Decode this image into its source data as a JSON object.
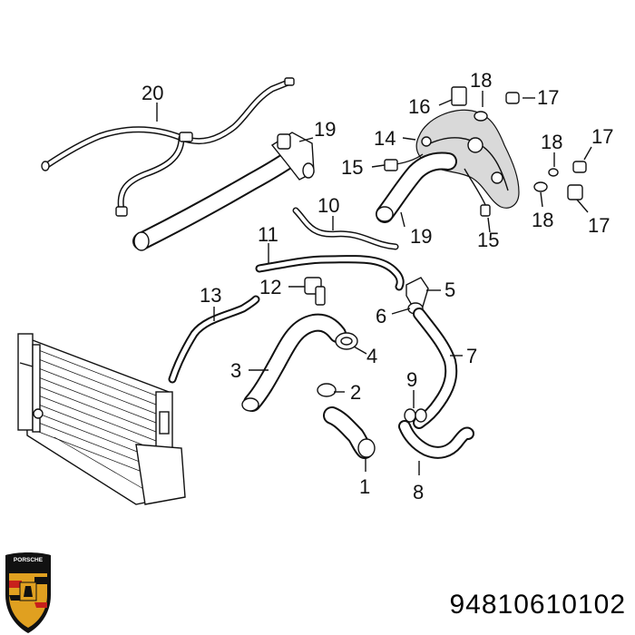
{
  "part_number": "94810610102",
  "brand_logo": {
    "name": "porsche-crest",
    "lettering": "PORSCHE",
    "colors": {
      "gold": "#e0a020",
      "red": "#c8201c",
      "black": "#111111"
    }
  },
  "callouts": [
    {
      "id": "c1",
      "label": "1"
    },
    {
      "id": "c2",
      "label": "2"
    },
    {
      "id": "c3",
      "label": "3"
    },
    {
      "id": "c4",
      "label": "4"
    },
    {
      "id": "c5",
      "label": "5"
    },
    {
      "id": "c6",
      "label": "6"
    },
    {
      "id": "c7",
      "label": "7"
    },
    {
      "id": "c8",
      "label": "8"
    },
    {
      "id": "c9",
      "label": "9"
    },
    {
      "id": "c10",
      "label": "10"
    },
    {
      "id": "c11",
      "label": "11"
    },
    {
      "id": "c12",
      "label": "12"
    },
    {
      "id": "c13",
      "label": "13"
    },
    {
      "id": "c14",
      "label": "14"
    },
    {
      "id": "c15a",
      "label": "15"
    },
    {
      "id": "c15b",
      "label": "15"
    },
    {
      "id": "c16",
      "label": "16"
    },
    {
      "id": "c17a",
      "label": "17"
    },
    {
      "id": "c17b",
      "label": "17"
    },
    {
      "id": "c17c",
      "label": "17"
    },
    {
      "id": "c18a",
      "label": "18"
    },
    {
      "id": "c18b",
      "label": "18"
    },
    {
      "id": "c18c",
      "label": "18"
    },
    {
      "id": "c19a",
      "label": "19"
    },
    {
      "id": "c19b",
      "label": "19"
    },
    {
      "id": "c20",
      "label": "20"
    }
  ]
}
